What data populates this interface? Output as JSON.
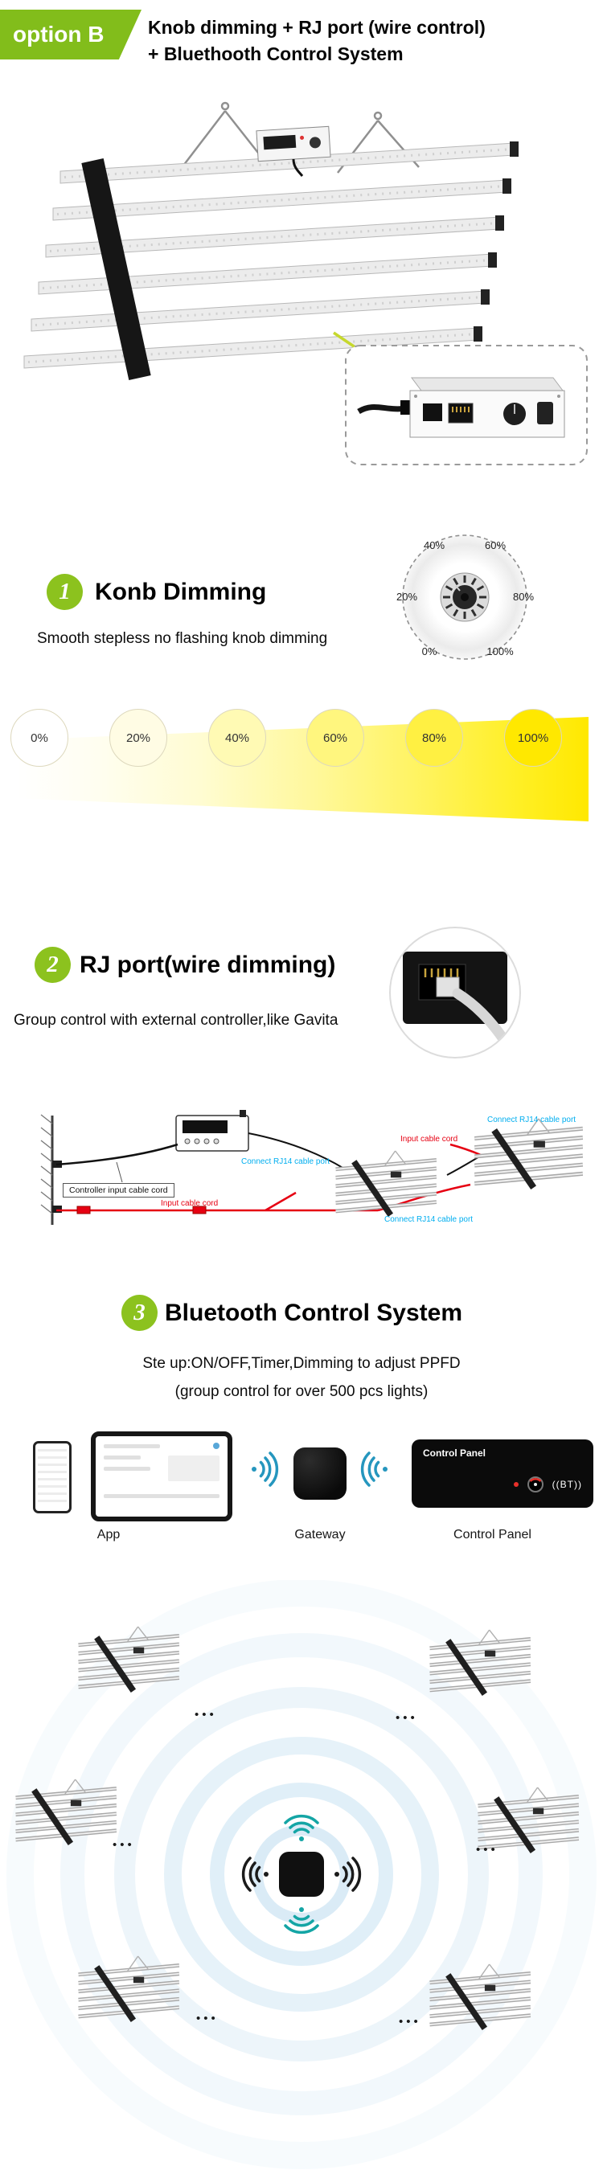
{
  "header": {
    "badge": "option B",
    "title_line1": "Knob dimming + RJ port (wire control)",
    "title_line2": "+ Bluethooth Control System"
  },
  "sections": {
    "dimming": {
      "number": "1",
      "title": "Konb Dimming",
      "subtitle": "Smooth stepless no flashing knob dimming",
      "dial_labels": {
        "tl": "40%",
        "tr": "60%",
        "l": "20%",
        "r": "80%",
        "bl": "0%",
        "br": "100%"
      }
    },
    "rj": {
      "number": "2",
      "title": "RJ port(wire dimming)",
      "subtitle": "Group control with external controller,like Gavita"
    },
    "bluetooth": {
      "number": "3",
      "title": "Bluetooth Control System",
      "subtitle_line1": "Ste up:ON/OFF,Timer,Dimming to adjust PPFD",
      "subtitle_line2": "(group control for over 500 pcs lights)"
    }
  },
  "dimming_scale": {
    "levels": [
      "0%",
      "20%",
      "40%",
      "60%",
      "80%",
      "100%"
    ],
    "colors": [
      "#ffffff",
      "#fffce4",
      "#fffab4",
      "#fff67e",
      "#fff042",
      "#ffe800"
    ]
  },
  "wiring": {
    "controller_input_label": "Controller input cable cord",
    "rj14_left": "Connect RJ14 cable port",
    "input_cable_top": "Input cable cord",
    "rj14_top_right": "Connect RJ14 cable port",
    "input_cable_bottom": "Input cable cord",
    "rj14_bottom": "Connect RJ14 cable port"
  },
  "devices": {
    "app_label": "App",
    "gateway_label": "Gateway",
    "control_panel_label": "Control Panel",
    "panel_title": "Control Panel",
    "panel_bt": "((BT))"
  },
  "network": {
    "dots": "•••"
  },
  "colors": {
    "accent_green": "#8cc21e",
    "badge_green": "#82bd1b",
    "gradient_yellow": "#ffe800",
    "label_cyan": "#00aeef",
    "cable_red": "#e60012",
    "ripple_blue": "#d6e9f5",
    "wifi_teal": "#14a5a5",
    "wifi_blue": "#2596be",
    "arrow_yellow_green": "#c6d82d"
  }
}
